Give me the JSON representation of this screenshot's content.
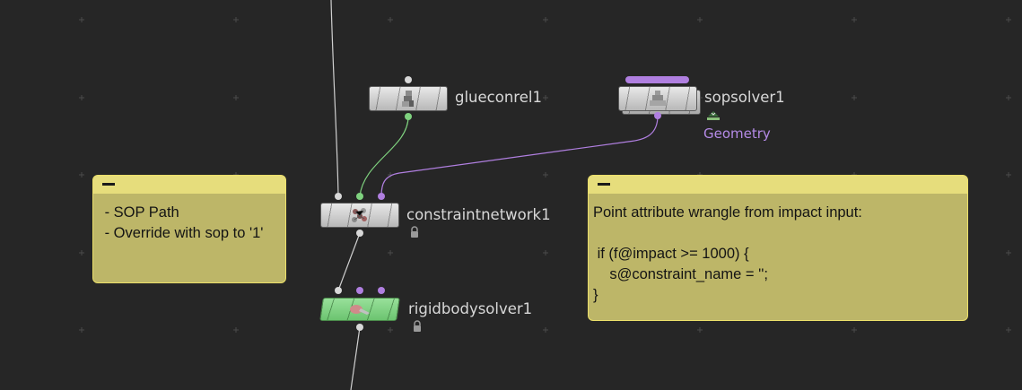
{
  "network": {
    "nodes": {
      "glueconrel": {
        "label": "glueconrel1"
      },
      "sopsolver": {
        "label": "sopsolver1",
        "output_label": "Geometry",
        "flag_color": "#b07fe0"
      },
      "constraintnetwork": {
        "label": "constraintnetwork1"
      },
      "rigidbodysolver": {
        "label": "rigidbodysolver1",
        "color": "#7fd27f"
      }
    },
    "notes": {
      "sop_path": {
        "text": " - SOP Path\n - Override with sop to '1'"
      },
      "wrangle": {
        "text": "Point attribute wrangle from impact input:\n\n if (f@impact >= 1000) {\n    s@constraint_name = '';\n}"
      }
    },
    "icons": {
      "glueconrel": "glue-constraint-icon",
      "sopsolver": "sop-solver-icon",
      "constraintnetwork": "constraint-network-icon",
      "rigidbodysolver": "rigid-body-solver-icon",
      "lock": "lock-icon",
      "display": "display-flag-icon"
    },
    "colors": {
      "background": "#262626",
      "note_fill": "#bdb668",
      "note_header": "#e6dd7c",
      "wire_gray": "#d0d0d0",
      "wire_green": "#7fd27f",
      "wire_purple": "#b07fe0"
    }
  }
}
